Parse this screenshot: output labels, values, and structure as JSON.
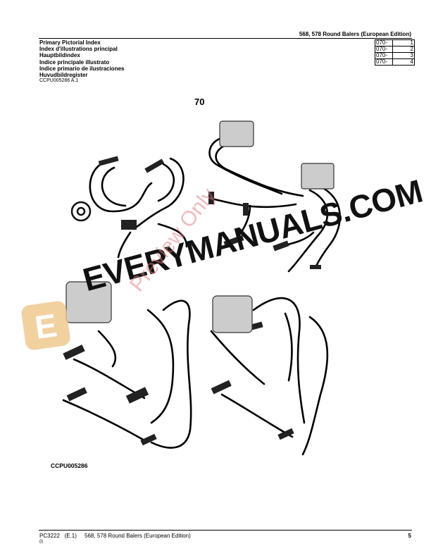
{
  "header": {
    "title": "568, 578 Round Balers (European Edition)",
    "index_titles": [
      "Primary Pictorial Index",
      "Index d'illustrations principal",
      "Hauptbildindex",
      "Indice principale illustrato",
      "Indice primario de ilustraciones",
      "Huvudbildregister"
    ],
    "index_rows": [
      {
        "code": "070-",
        "num": "1"
      },
      {
        "code": "070-",
        "num": "2"
      },
      {
        "code": "070-",
        "num": "3"
      },
      {
        "code": "070-",
        "num": "4"
      }
    ]
  },
  "doc_ref": "CCPU005286 A.1",
  "figure": {
    "number": "70",
    "label": "CCPU005286"
  },
  "watermark": {
    "logo_letter": "E",
    "text": "EVERYMANUALS.COM",
    "preview": "Preview Only"
  },
  "footer": {
    "left": "PC3222   (E.1)     568, 578 Round Balers (European Edition)",
    "sub": "(i)",
    "page": "5"
  }
}
